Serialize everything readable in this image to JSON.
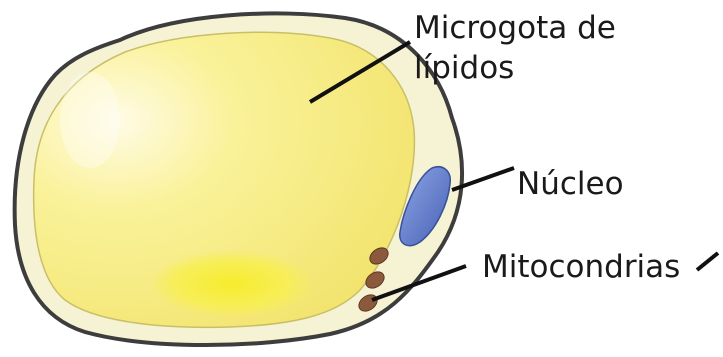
{
  "labels": {
    "lipid_line1": "Microgota de",
    "lipid_line2": "lípidos",
    "nucleus": "Núcleo",
    "mitochondria": "Mitocondrias"
  },
  "colors": {
    "cell_outline": "#3d3d3d",
    "cytoplasm": "#f6f2d4",
    "lipid_droplet": "#f8ef86",
    "lipid_highlight": "#fffbe6",
    "lipid_bright_spot": "#f5ea3a",
    "nucleus": "#5d78c8",
    "mitochondria": "#8b5a3c",
    "leader_line": "#111111"
  }
}
